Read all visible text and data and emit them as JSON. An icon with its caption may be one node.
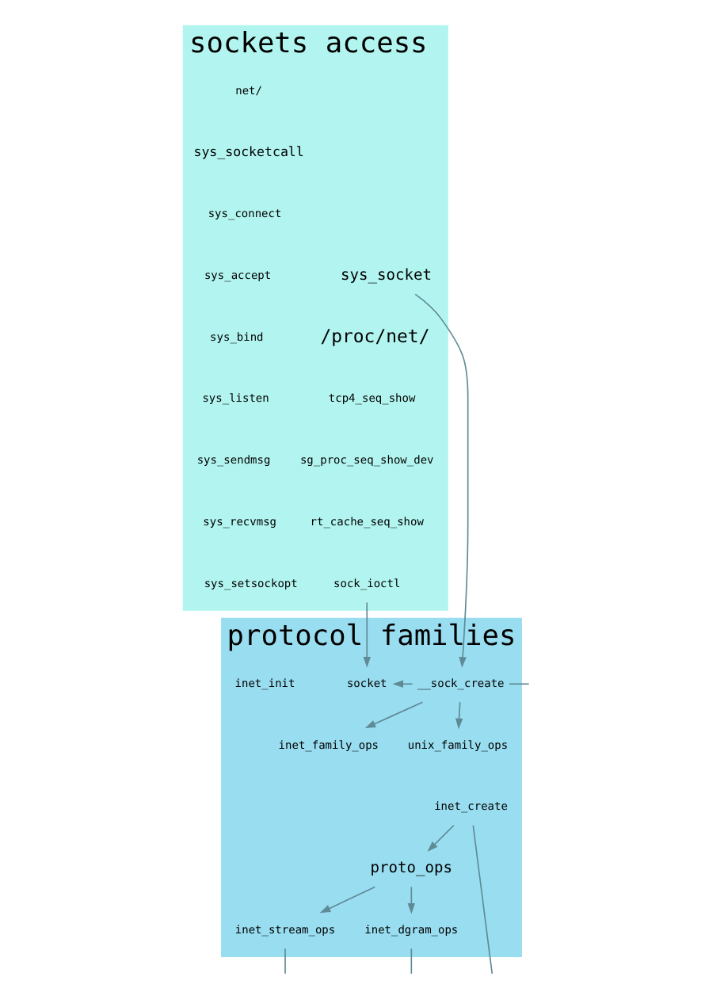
{
  "diagram": {
    "nodes": [
      {
        "text": [
          "sockets access"
        ]
      },
      {
        "text": [
          "net/"
        ],
        "in": 0
      },
      {
        "text": [
          "sys_socketcall"
        ],
        "in": 0
      },
      {
        "text": [
          "sys_connect"
        ],
        "in": 0
      },
      {
        "text": [
          "sys_accept"
        ],
        "in": 0
      },
      {
        "text": [
          "sys_bind"
        ],
        "in": 0
      },
      {
        "text": [
          "sys_listen"
        ],
        "in": 0
      },
      {
        "text": [
          "sys_sendmsg"
        ],
        "in": 0
      },
      {
        "text": [
          "sys_recvmsg"
        ],
        "in": 0
      },
      {
        "text": [
          "sys_setsockopt"
        ],
        "in": 0
      },
      {
        "text": [
          "sys_socket"
        ],
        "in": 0
      },
      {
        "text": [
          "/proc/net/"
        ],
        "in": 0
      },
      {
        "text": [
          "tcp4_seq_show"
        ],
        "in": 0
      },
      {
        "text": [
          "sg_proc_seq_show_dev"
        ],
        "in": 0
      },
      {
        "text": [
          "rt_cache_seq_show"
        ],
        "in": 0
      },
      {
        "text": [
          "sock_ioctl"
        ],
        "in": 0
      },
      {
        "text": [
          "protocol families"
        ]
      },
      {
        "text": [
          "inet_init"
        ],
        "in": 16
      },
      {
        "text": [
          "__sock_create"
        ],
        "in": 16
      },
      {
        "text": [
          "socket"
        ],
        "in": 16
      },
      {
        "text": [
          "inet_family_ops"
        ],
        "in": 16
      },
      {
        "text": [
          "inet_create"
        ],
        "in": 16
      },
      {
        "text": [
          "unix_family_ops"
        ],
        "in": 16
      },
      {
        "text": [
          "proto_ops"
        ],
        "in": 16
      },
      {
        "text": [
          "inet_dgram_ops"
        ],
        "in": 16
      },
      {
        "text": [
          "inet_stream_ops"
        ],
        "in": 16
      }
    ],
    "edges": [
      {
        "from": 10,
        "to": 18,
        "arrow": "to"
      },
      {
        "from": 15,
        "to": 19,
        "arrow": "to"
      },
      {
        "from": 18,
        "to": 19,
        "arrow": "to"
      },
      {
        "from": null,
        "to": 18,
        "arrow": "none"
      },
      {
        "from": 18,
        "to": 20,
        "arrow": "to"
      },
      {
        "from": 18,
        "to": 22,
        "arrow": "to"
      },
      {
        "from": 21,
        "to": 23,
        "arrow": "to"
      },
      {
        "from": 21,
        "to": null,
        "arrow": "none"
      },
      {
        "from": 23,
        "to": 24,
        "arrow": "to"
      },
      {
        "from": 23,
        "to": 25,
        "arrow": "to"
      },
      {
        "from": 24,
        "to": null,
        "arrow": "none"
      },
      {
        "from": 25,
        "to": null,
        "arrow": "none"
      }
    ]
  }
}
